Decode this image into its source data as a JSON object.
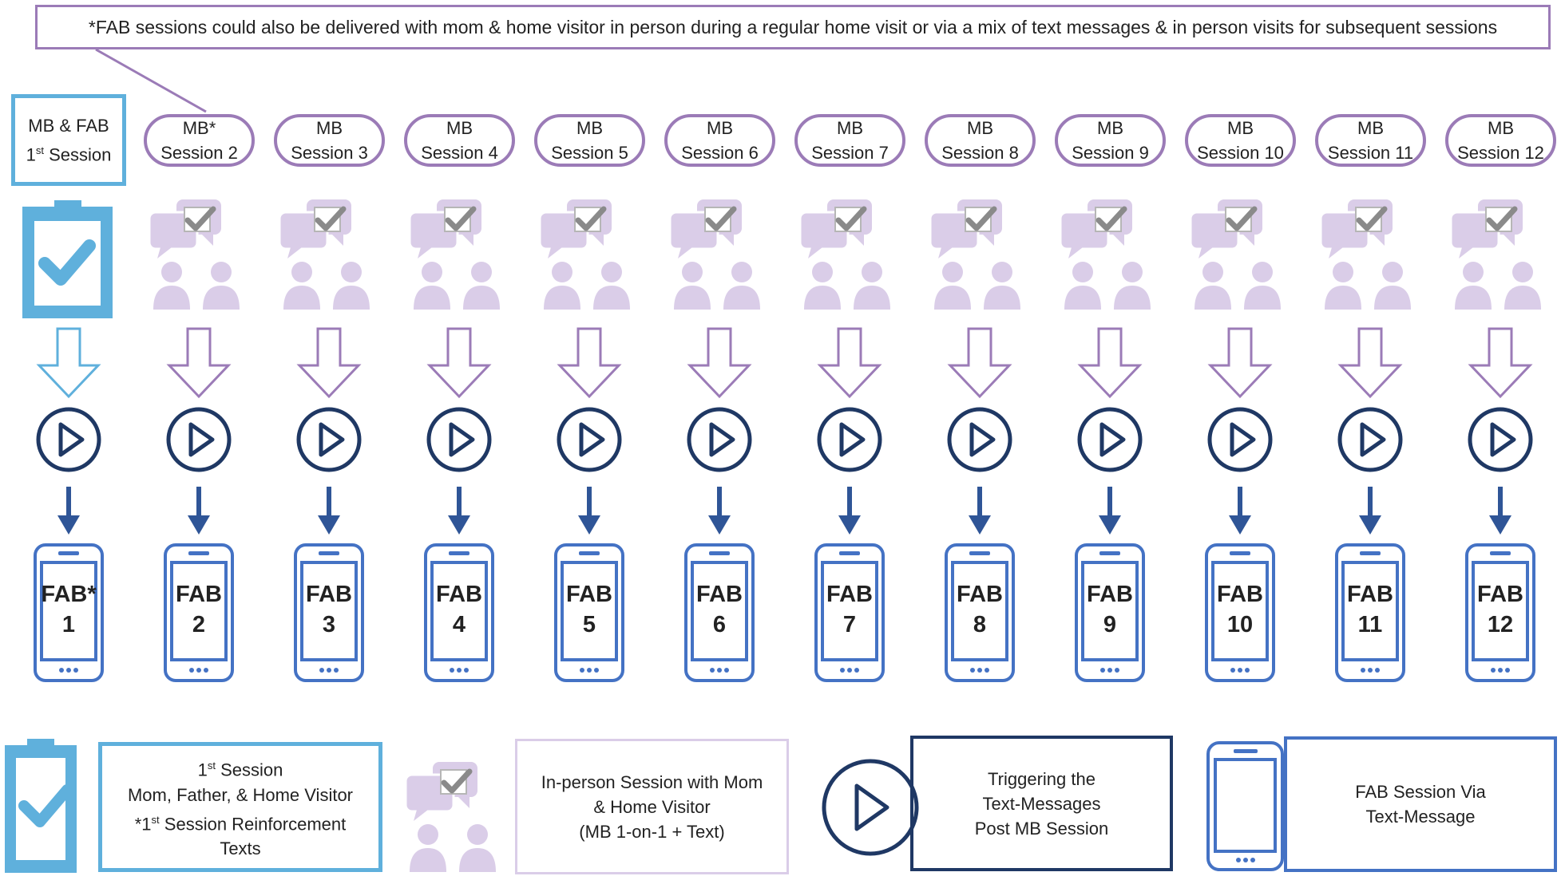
{
  "note": "*FAB sessions could also be delivered with mom & home visitor in person during a regular home visit or via a mix of text messages &  in person visits for subsequent sessions",
  "first_session": {
    "line1": "MB & FAB",
    "line2_num": "1",
    "line2_sup": "st",
    "line2_text": " Session"
  },
  "sessions": [
    {
      "top": "MB*",
      "bottom": "Session 2"
    },
    {
      "top": "MB",
      "bottom": "Session 3"
    },
    {
      "top": "MB",
      "bottom": "Session 4"
    },
    {
      "top": "MB",
      "bottom": "Session 5"
    },
    {
      "top": "MB",
      "bottom": "Session 6"
    },
    {
      "top": "MB",
      "bottom": "Session 7"
    },
    {
      "top": "MB",
      "bottom": "Session 8"
    },
    {
      "top": "MB",
      "bottom": "Session 9"
    },
    {
      "top": "MB",
      "bottom": "Session 10"
    },
    {
      "top": "MB",
      "bottom": "Session 11"
    },
    {
      "top": "MB",
      "bottom": "Session 12"
    }
  ],
  "phones": [
    {
      "label": "FAB*",
      "num": "1"
    },
    {
      "label": "FAB",
      "num": "2"
    },
    {
      "label": "FAB",
      "num": "3"
    },
    {
      "label": "FAB",
      "num": "4"
    },
    {
      "label": "FAB",
      "num": "5"
    },
    {
      "label": "FAB",
      "num": "6"
    },
    {
      "label": "FAB",
      "num": "7"
    },
    {
      "label": "FAB",
      "num": "8"
    },
    {
      "label": "FAB",
      "num": "9"
    },
    {
      "label": "FAB",
      "num": "10"
    },
    {
      "label": "FAB",
      "num": "11"
    },
    {
      "label": "FAB",
      "num": "12"
    }
  ],
  "legend": {
    "first": {
      "line1_num": "1",
      "line1_sup": "st",
      "line1_text": " Session",
      "line2": "Mom, Father, & Home Visitor",
      "line3_pre": "*1",
      "line3_sup": "st",
      "line3_text": " Session Reinforcement",
      "line4": "Texts"
    },
    "inperson": {
      "line1": "In-person Session with Mom",
      "line2": "& Home Visitor",
      "line3": "(MB 1-on-1 + Text)"
    },
    "trigger": {
      "line1": "Triggering the",
      "line2": "Text-Messages",
      "line3": "Post MB Session"
    },
    "fab": {
      "line1": "FAB Session Via",
      "line2": "Text-Message"
    }
  },
  "colors": {
    "purple": "#9b7bb7",
    "lavender": "#dacde8",
    "light_blue": "#5fb0dc",
    "navy": "#1f3864",
    "phone_blue": "#4472c4"
  },
  "icons": [
    "clipboard-check-icon",
    "chat-people-icon",
    "down-arrow-icon",
    "play-circle-icon",
    "smartphone-icon"
  ]
}
